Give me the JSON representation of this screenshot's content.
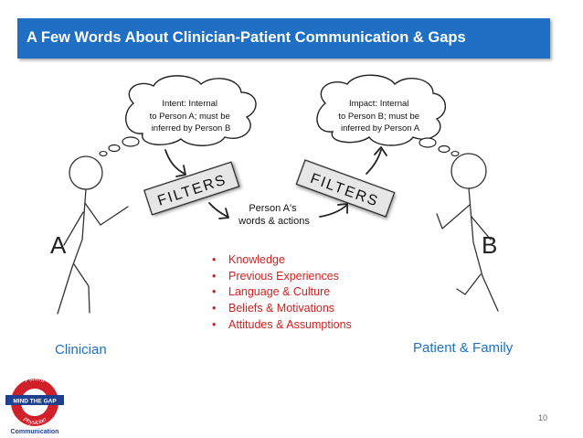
{
  "slide": {
    "title": "A Few Words About Clinician-Patient Communication  & Gaps",
    "page_number": "10"
  },
  "diagram": {
    "thought_a": [
      "Intent: Internal",
      "to  Person A; must be",
      "inferred by Person B"
    ],
    "thought_b": [
      "Impact: Internal",
      "to  Person B; must be",
      "inferred by Person A"
    ],
    "filter_left": "FILTERS",
    "filter_right": "FILTERS",
    "message": [
      "Person A's",
      "words & actions"
    ],
    "label_a": "A",
    "label_b": "B",
    "caption_a": "Clinician",
    "caption_b": "Patient & Family",
    "filters_list": [
      "Knowledge",
      "Previous Experiences",
      "Language & Culture",
      "Beliefs & Motivations",
      "Attitudes & Assumptions"
    ],
    "filters_list_color": "#d11f1f"
  },
  "logo": {
    "top_text": "Patient",
    "band_text": "MIND THE GAP",
    "bottom_text": "Physician",
    "caption": "Communication",
    "ring_color": "#d0202a",
    "band_color": "#1f3f8f"
  },
  "colors": {
    "accent": "#1f6fc5",
    "title_text": "#ffffff"
  }
}
